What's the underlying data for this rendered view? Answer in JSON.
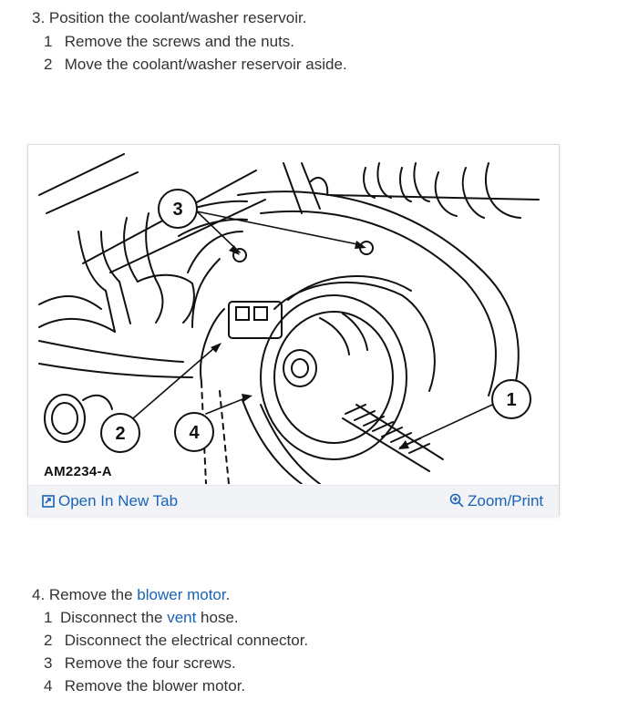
{
  "step3": {
    "title": "3. Position the coolant/washer reservoir.",
    "items": [
      {
        "num": "1",
        "text": "Remove the screws and the nuts."
      },
      {
        "num": "2",
        "text": "Move the coolant/washer reservoir aside."
      }
    ]
  },
  "figure": {
    "caption": "AM2234-A",
    "callouts": [
      "1",
      "2",
      "3",
      "4"
    ],
    "open_tab_label": "Open In New Tab",
    "zoom_label": "Zoom/Print",
    "open_tab_icon": "external-link-icon",
    "zoom_icon": "zoom-in-icon",
    "link_color": "#1a63b6"
  },
  "step4": {
    "title_prefix": "4. Remove the ",
    "title_link": "blower motor",
    "title_suffix": ".",
    "item1_prefix": "Disconnect the ",
    "item1_link": "vent",
    "item1_suffix": " hose.",
    "items": [
      {
        "num": "1"
      },
      {
        "num": "2",
        "text": "Disconnect the electrical connector."
      },
      {
        "num": "3",
        "text": "Remove the four screws."
      },
      {
        "num": "4",
        "text": "Remove the blower motor."
      }
    ]
  }
}
